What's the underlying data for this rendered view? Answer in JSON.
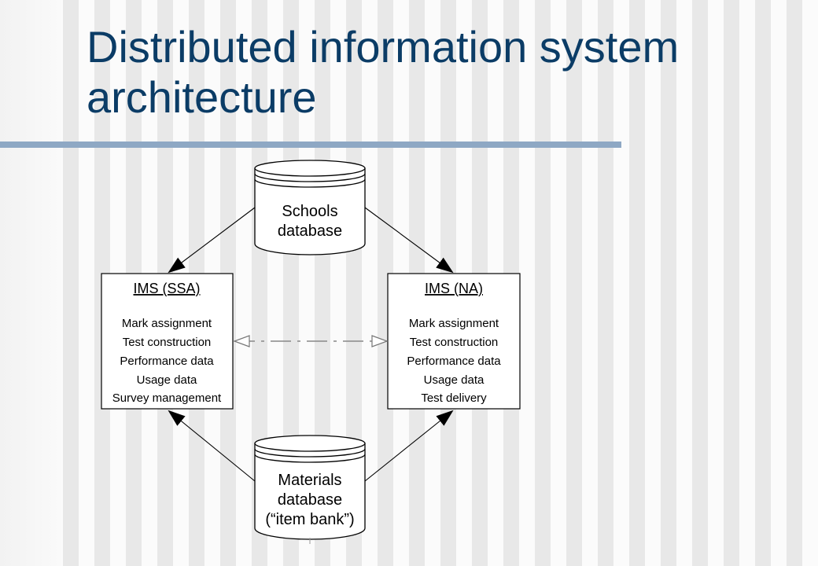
{
  "slide": {
    "title": "Distributed information system architecture"
  },
  "diagram": {
    "schools_db": {
      "line1": "Schools",
      "line2": "database"
    },
    "materials_db": {
      "line1": "Materials",
      "line2": "database",
      "line3": "(“item bank”)"
    },
    "ims_ssa": {
      "header": "IMS (SSA)",
      "items": [
        "Mark assignment",
        "Test construction",
        "Performance data",
        "Usage data",
        "Survey management"
      ]
    },
    "ims_na": {
      "header": "IMS (NA)",
      "items": [
        "Mark assignment",
        "Test construction",
        "Performance data",
        "Usage data",
        "Test delivery"
      ]
    }
  }
}
